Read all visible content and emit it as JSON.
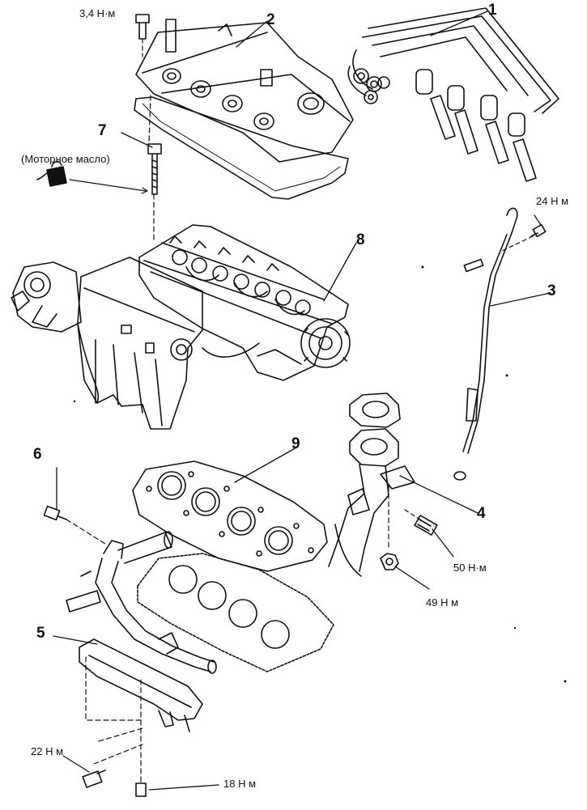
{
  "callouts": [
    "1",
    "2",
    "3",
    "4",
    "5",
    "6",
    "7",
    "8",
    "9"
  ],
  "torques": {
    "cover_bolt": "3,4 Н·м",
    "dipstick_bolt": "24 Н м",
    "pipe_bolt": "50 Н·м",
    "pipe_nut": "49 Н м",
    "bracket_bolt_a": "22 Н м",
    "bracket_bolt_b": "18 Н м"
  },
  "notes": {
    "oil": "(Моторное масло)"
  }
}
